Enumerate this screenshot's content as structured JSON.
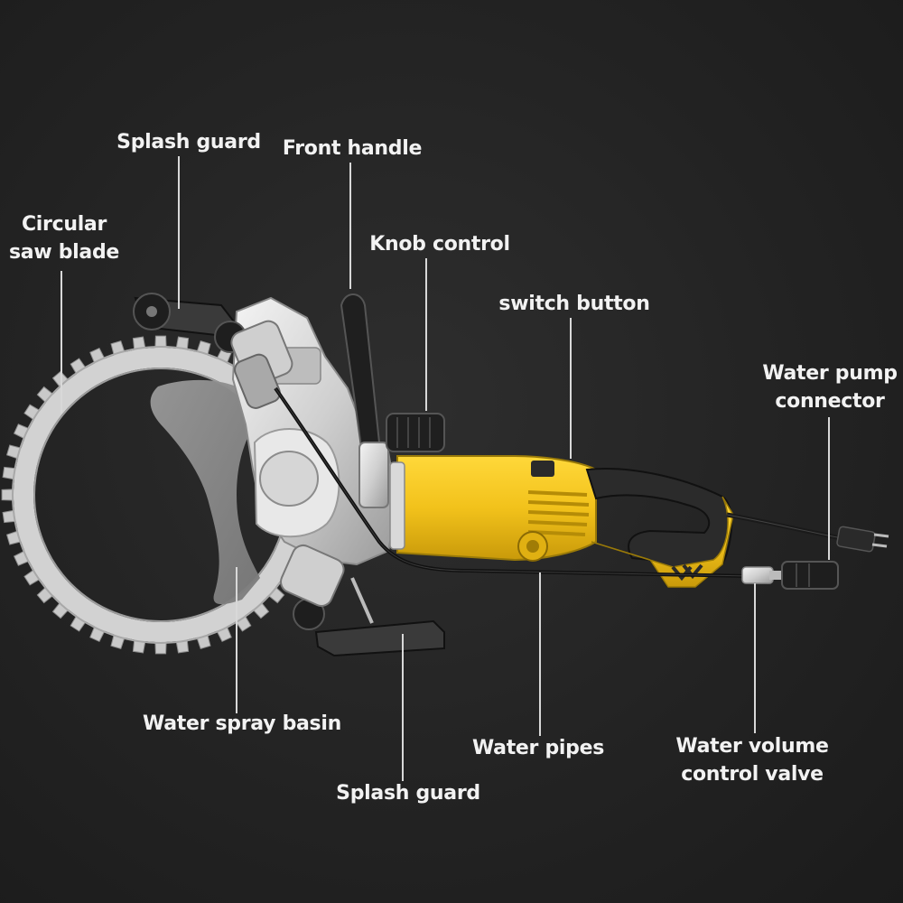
{
  "labels": {
    "splash_guard_top": "Splash guard",
    "front_handle": "Front handle",
    "circular_saw_blade": [
      "Circular",
      "saw blade"
    ],
    "knob_control": "Knob control",
    "switch_button": "switch button",
    "water_pump_connector": [
      "Water pump",
      "connector"
    ],
    "water_spray_basin": "Water spray basin",
    "water_pipes": "Water pipes",
    "water_volume_control_valve": [
      "Water volume",
      "control valve"
    ],
    "splash_guard_bottom": "Splash guard"
  },
  "colors": {
    "background": "#232323",
    "tool_body_yellow": "#f2c21b",
    "blade_silver": "#c9c9c9",
    "grip_black": "#2a2a2a",
    "label_text": "#f2f2f2",
    "leader_line": "#d8d8d8"
  }
}
